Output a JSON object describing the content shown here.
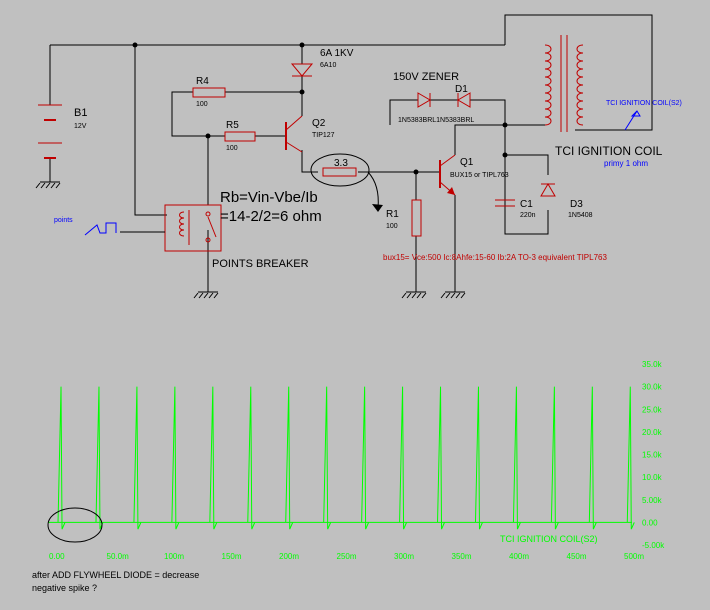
{
  "schematic": {
    "battery": {
      "ref": "B1",
      "value": "12V"
    },
    "diode_main": {
      "label": "6A 1KV",
      "part": "6A10"
    },
    "r4": {
      "ref": "R4",
      "value": "100"
    },
    "r5": {
      "ref": "R5",
      "value": "100"
    },
    "q2": {
      "ref": "Q2",
      "part": "TIP127"
    },
    "r_base": {
      "value": "3.3"
    },
    "zener": {
      "label": "150V ZENER",
      "ref": "D1",
      "parts": "1N5383BRL1N5383BRL"
    },
    "q1": {
      "ref": "Q1",
      "part": "BUX15 or TIPL763"
    },
    "r1": {
      "ref": "R1",
      "value": "100"
    },
    "c1": {
      "ref": "C1",
      "value": "220n"
    },
    "d3": {
      "ref": "D3",
      "part": "1N5408"
    },
    "coil": {
      "title": "TCI  IGNITION COIL",
      "sub": "primy 1 ohm",
      "probe": "TCI IGNITION COIL(S2)"
    },
    "formula_line1": "Rb=Vin-Vbe/Ib",
    "formula_line2": "=14-2/2=6 ohm",
    "points_input": "points",
    "points_breaker": "POINTS BREAKER",
    "transistor_spec": "bux15= Vce:500 Ic:8Ahfe:15-60  Ib:2A TO-3 equivalent TIPL763"
  },
  "chart_data": {
    "type": "line",
    "series": [
      {
        "name": "TCI   IGNITION COIL(S2)",
        "color": "#00ff00"
      }
    ],
    "x_ticks": [
      "0.00",
      "50.0m",
      "100m",
      "150m",
      "200m",
      "250m",
      "300m",
      "350m",
      "400m",
      "450m",
      "500m"
    ],
    "y_ticks": [
      "35.0k",
      "30.0k",
      "25.0k",
      "20.0k",
      "15.0k",
      "10.0k",
      "5.00k",
      "0.00",
      "-5.00k"
    ],
    "xlim": [
      0,
      0.5
    ],
    "ylim": [
      -5000,
      35000
    ],
    "pulse_period": 0.033,
    "pulse_peak": 30000,
    "grid": false,
    "background": "#c0c0c0",
    "axis_color": "#00ff00"
  },
  "annotation": {
    "line1": "after ADD FLYWHEEL  DIODE = decrease",
    "line2": "negative spike ?"
  }
}
